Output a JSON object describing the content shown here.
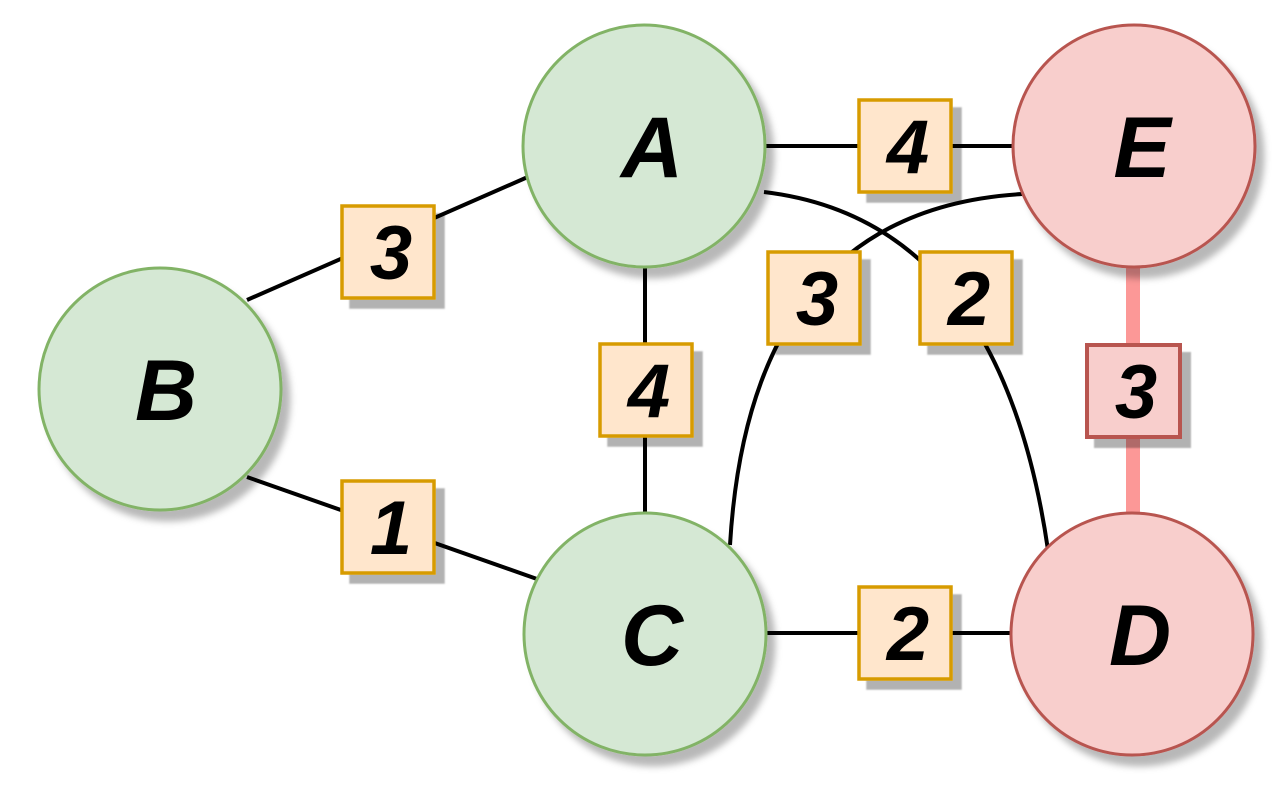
{
  "diagram": {
    "type": "undirected-weighted-graph",
    "nodes": [
      {
        "id": "A",
        "label": "A",
        "group": "green"
      },
      {
        "id": "B",
        "label": "B",
        "group": "green"
      },
      {
        "id": "C",
        "label": "C",
        "group": "green"
      },
      {
        "id": "D",
        "label": "D",
        "group": "red"
      },
      {
        "id": "E",
        "label": "E",
        "group": "red"
      }
    ],
    "edges": [
      {
        "from": "B",
        "to": "A",
        "weight": "3",
        "style": "normal"
      },
      {
        "from": "B",
        "to": "C",
        "weight": "1",
        "style": "normal"
      },
      {
        "from": "A",
        "to": "C",
        "weight": "4",
        "style": "normal"
      },
      {
        "from": "A",
        "to": "E",
        "weight": "4",
        "style": "normal"
      },
      {
        "from": "C",
        "to": "E",
        "weight": "3",
        "style": "normal"
      },
      {
        "from": "A",
        "to": "D",
        "weight": "2",
        "style": "normal"
      },
      {
        "from": "C",
        "to": "D",
        "weight": "2",
        "style": "normal"
      },
      {
        "from": "E",
        "to": "D",
        "weight": "3",
        "style": "highlighted"
      }
    ],
    "colors": {
      "node_green_fill": "#d5e8d4",
      "node_green_stroke": "#82b366",
      "node_red_fill": "#f8cecc",
      "node_red_stroke": "#b85450",
      "weight_box_fill": "#ffe6cc",
      "weight_box_stroke": "#d79b00",
      "weight_box_red_fill": "#f8cecc",
      "weight_box_red_stroke": "#b85450",
      "edge_color": "#000000",
      "highlighted_edge_color": "#fc9897",
      "text_color": "#000000"
    }
  }
}
